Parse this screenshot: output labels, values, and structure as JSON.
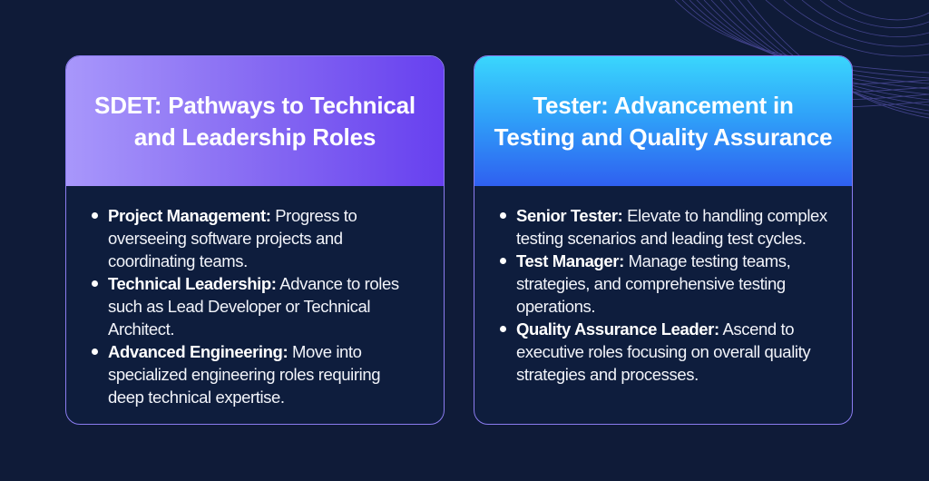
{
  "colors": {
    "background": "#0f1b38",
    "card_body": "#0e1d3d",
    "card_border": "#8b7cf0",
    "left_header_gradient": [
      "#a897fb",
      "#6740ef"
    ],
    "right_header_gradient": [
      "#3ad6fd",
      "#2f60f0"
    ],
    "text": "#ffffff"
  },
  "cards": [
    {
      "title": "SDET: Pathways to Technical and Leadership Roles",
      "items": [
        {
          "head": "Project Management:",
          "text": " Progress to overseeing software projects and coordinating teams."
        },
        {
          "head": "Technical Leadership:",
          "text": " Advance to roles such as Lead Developer or Technical Architect."
        },
        {
          "head": "Advanced Engineering:",
          "text": " Move into specialized engineering roles requiring deep technical expertise."
        }
      ]
    },
    {
      "title": "Tester: Advancement in Testing and Quality Assurance",
      "items": [
        {
          "head": "Senior Tester:",
          "text": " Elevate to handling complex testing scenarios and leading test cycles."
        },
        {
          "head": "Test Manager:",
          "text": " Manage testing teams, strategies, and comprehensive testing operations."
        },
        {
          "head": "Quality Assurance Leader:",
          "text": " Ascend to executive roles focusing on overall quality strategies and processes."
        }
      ]
    }
  ]
}
